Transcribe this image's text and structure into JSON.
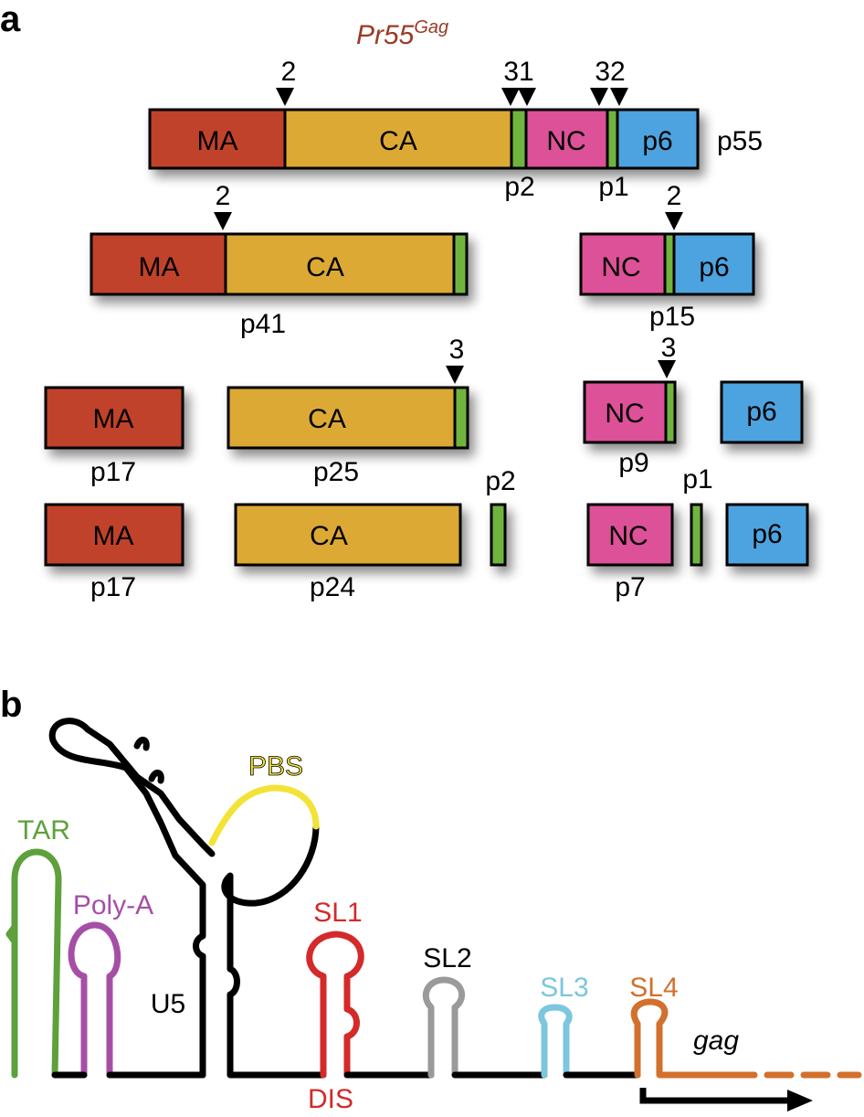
{
  "panel_a": {
    "panel_label": "a",
    "title_base": "Pr55",
    "title_sup": "Gag",
    "row1": {
      "domains": {
        "ma": "MA",
        "ca": "CA",
        "nc": "NC",
        "p6": "p6"
      },
      "product": "p55",
      "spacers": {
        "p2": "p2",
        "p1": "p1"
      },
      "sites": {
        "a": "2",
        "b": "31",
        "c": "32"
      }
    },
    "row2_left": {
      "domains": {
        "ma": "MA",
        "ca": "CA"
      },
      "product": "p41",
      "site": "2"
    },
    "row2_right": {
      "domains": {
        "nc": "NC",
        "p6": "p6"
      },
      "product": "p15",
      "site": "2"
    },
    "row3": {
      "ma": "MA",
      "ma_product": "p17",
      "ca": "CA",
      "ca_product": "p25",
      "ca_site": "3",
      "nc": "NC",
      "nc_product": "p9",
      "nc_site": "3",
      "p6": "p6"
    },
    "row4": {
      "ma": "MA",
      "ma_product": "p17",
      "ca": "CA",
      "ca_product": "p24",
      "p2": "p2",
      "nc": "NC",
      "nc_product": "p7",
      "p1": "p1",
      "p6": "p6"
    },
    "colors": {
      "ma": "#c0432a",
      "ca": "#dca935",
      "spacer": "#6fb43f",
      "nc": "#dc5197",
      "p6": "#4da3df",
      "title": "#9a3a24"
    }
  },
  "panel_b": {
    "panel_label": "b",
    "elements": {
      "tar": "TAR",
      "polya": "Poly-A",
      "u5": "U5",
      "pbs": "PBS",
      "sl1": "SL1",
      "dis": "DIS",
      "sl2": "SL2",
      "sl3": "SL3",
      "sl4": "SL4",
      "gag": "gag"
    },
    "colors": {
      "tar": "#5ea03c",
      "polya": "#a64ea6",
      "pbs": "#f2e336",
      "sl1": "#d42a2a",
      "sl2": "#9a9a9a",
      "sl3": "#7cc6de",
      "sl4": "#d2702c",
      "backbone": "#000000"
    }
  }
}
